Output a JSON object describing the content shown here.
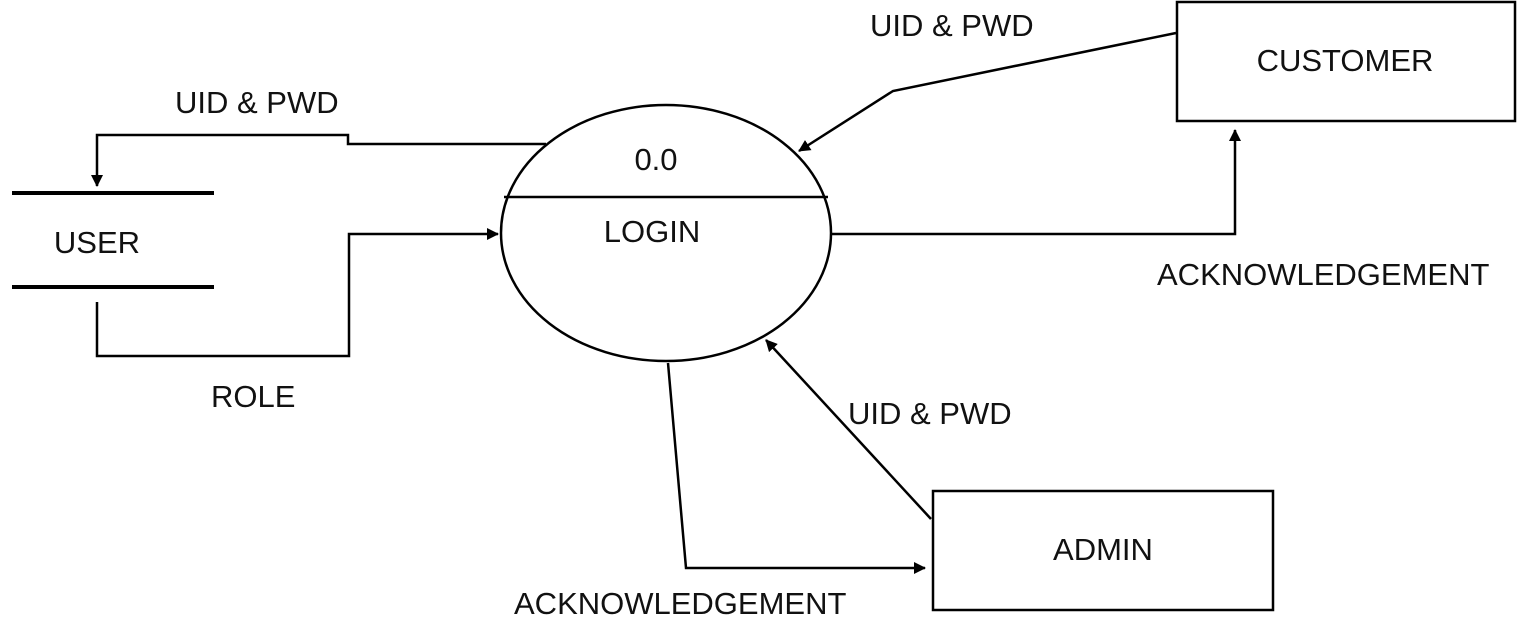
{
  "process": {
    "number": "0.0",
    "name": "LOGIN"
  },
  "data_store": {
    "name": "USER"
  },
  "entities": {
    "customer": "CUSTOMER",
    "admin": "ADMIN"
  },
  "flows": {
    "login_to_user": "UID & PWD",
    "user_to_login": "ROLE",
    "customer_to_login": "UID & PWD",
    "login_to_customer": "ACKNOWLEDGEMENT",
    "admin_to_login": "UID & PWD",
    "login_to_admin": "ACKNOWLEDGEMENT"
  }
}
